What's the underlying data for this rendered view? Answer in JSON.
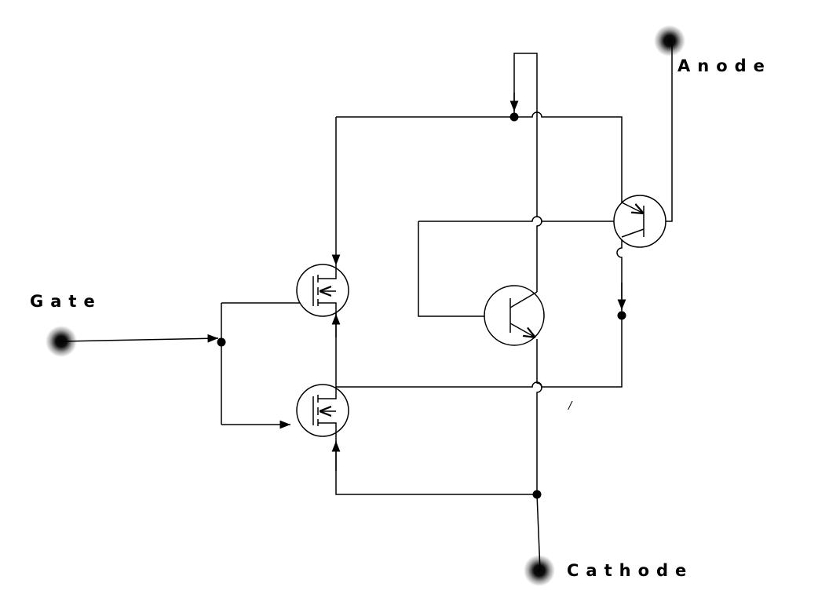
{
  "terminals": {
    "gate": "Gate",
    "anode": "Anode",
    "cathode": "Cathode"
  },
  "stray_mark": "/",
  "components": [
    "mosfet-upper",
    "mosfet-lower",
    "npn-transistor",
    "pnp-transistor"
  ],
  "colors": {
    "line": "#000000",
    "background": "#ffffff",
    "terminal_glow": "#000000"
  }
}
